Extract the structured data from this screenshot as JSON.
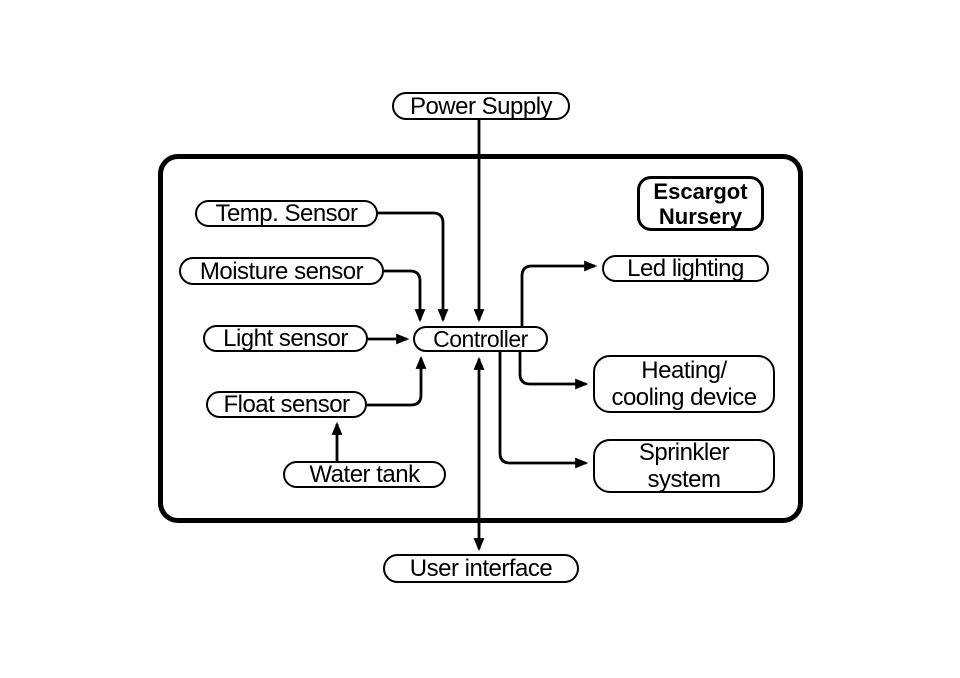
{
  "page": {
    "background": "#ffffff",
    "ink": "#000000"
  },
  "diagram": {
    "system_label": "Escargot\nNursery",
    "nodes": {
      "power_supply": {
        "label": "Power Supply"
      },
      "temp_sensor": {
        "label": "Temp. Sensor"
      },
      "moisture_sensor": {
        "label": "Moisture sensor"
      },
      "light_sensor": {
        "label": "Light sensor"
      },
      "float_sensor": {
        "label": "Float sensor"
      },
      "water_tank": {
        "label": "Water tank"
      },
      "controller": {
        "label": "Controller"
      },
      "led_lighting": {
        "label": "Led lighting"
      },
      "heating_cooling": {
        "label": "Heating/\ncooling device"
      },
      "sprinkler_system": {
        "label": "Sprinkler\nsystem"
      },
      "user_interface": {
        "label": "User interface"
      }
    },
    "edges": [
      {
        "from": "power_supply",
        "to": "controller",
        "direction": "one-way"
      },
      {
        "from": "temp_sensor",
        "to": "controller",
        "direction": "one-way"
      },
      {
        "from": "moisture_sensor",
        "to": "controller",
        "direction": "one-way"
      },
      {
        "from": "light_sensor",
        "to": "controller",
        "direction": "one-way"
      },
      {
        "from": "float_sensor",
        "to": "controller",
        "direction": "one-way"
      },
      {
        "from": "water_tank",
        "to": "float_sensor",
        "direction": "one-way"
      },
      {
        "from": "controller",
        "to": "user_interface",
        "direction": "two-way"
      },
      {
        "from": "controller",
        "to": "led_lighting",
        "direction": "one-way"
      },
      {
        "from": "controller",
        "to": "heating_cooling",
        "direction": "one-way"
      },
      {
        "from": "controller",
        "to": "sprinkler_system",
        "direction": "one-way"
      }
    ]
  }
}
